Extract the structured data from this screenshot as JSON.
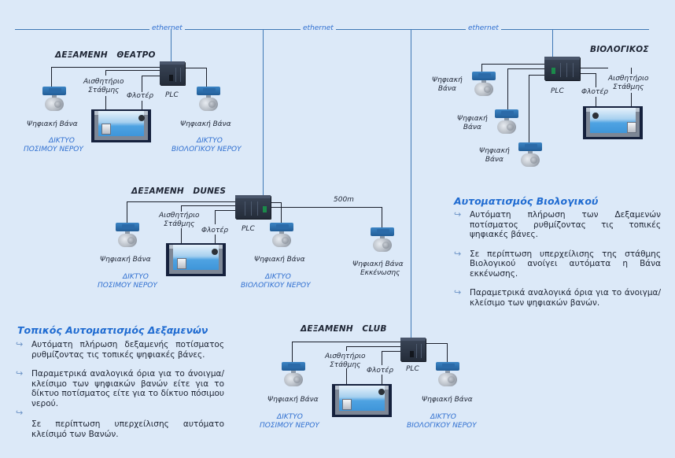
{
  "network": {
    "ethernet_label": "ethernet",
    "distance_label": "500m"
  },
  "colors": {
    "background": "#dce9f8",
    "network_line": "#3f78b5",
    "accent_text": "#2f6fd0",
    "heading": "#1f6bd1"
  },
  "stations": {
    "theatro": {
      "title": "ΔΕΞΑΜΕΝΗ   ΘΕΑΤΡΟ",
      "plc": "PLC",
      "sensor": "Αισθητήριο\nΣτάθμης",
      "float": "Φλοτέρ",
      "valve_left": "Ψηφιακή Βάνα",
      "valve_right": "Ψηφιακή Βάνα",
      "net_left_1": "ΔΙΚΤΥΟ",
      "net_left_2": "ΠΟΣΙΜΟΥ ΝΕΡΟΥ",
      "net_right_1": "ΔΙΚΤΥΟ",
      "net_right_2": "ΒΙΟΛΟΓΙΚΟΥ ΝΕΡΟΥ"
    },
    "dunes": {
      "title": "ΔΕΞΑΜΕΝΗ   DUNES",
      "plc": "PLC",
      "sensor": "Αισθητήριο\nΣτάθμης",
      "float": "Φλοτέρ",
      "valve_left": "Ψηφιακή Βάνα",
      "valve_right": "Ψηφιακή Βάνα",
      "valve_drain_1": "Ψηφιακή Βάνα",
      "valve_drain_2": "Εκκένωσης",
      "net_left_1": "ΔΙΚΤΥΟ",
      "net_left_2": "ΠΟΣΙΜΟΥ ΝΕΡΟΥ",
      "net_right_1": "ΔΙΚΤΥΟ",
      "net_right_2": "ΒΙΟΛΟΓΙΚΟΥ ΝΕΡΟΥ"
    },
    "club": {
      "title": "ΔΕΞΑΜΕΝΗ   CLUB",
      "plc": "PLC",
      "sensor": "Αισθητήριο\nΣτάθμης",
      "float": "Φλοτέρ",
      "valve_left": "Ψηφιακή Βάνα",
      "valve_right": "Ψηφιακή Βάνα",
      "net_left_1": "ΔΙΚΤΥΟ",
      "net_left_2": "ΠΟΣΙΜΟΥ ΝΕΡΟΥ",
      "net_right_1": "ΔΙΚΤΥΟ",
      "net_right_2": "ΒΙΟΛΟΓΙΚΟΥ ΝΕΡΟΥ"
    },
    "biologikos": {
      "title": "ΒΙΟΛΟΓΙΚΟΣ",
      "plc": "PLC",
      "sensor": "Αισθητήριο\nΣτάθμης",
      "float": "Φλοτέρ",
      "valve_1": "Ψηφιακή\nΒάνα",
      "valve_2": "Ψηφιακή\nΒάνα",
      "valve_3": "Ψηφιακή\nΒάνα"
    }
  },
  "panels": {
    "local": {
      "title": "Τοπικός Αυτοματισμός Δεξαμενών",
      "bullets": [
        "Αυτόματη πλήρωση δεξαμενής ποτίσματος ρυθμίζοντας τις τοπικές ψηφιακές βάνες.",
        "Παραμετρικά αναλογικά όρια για το άνοιγμα/κλείσιμο των ψηφιακών βανών είτε για το δίκτυο ποτίσματος είτε για το δίκτυο πόσιμου νερού.",
        "Σε περίπτωση υπερχείλισης αυτόματο κλείσιμό των Βανών."
      ]
    },
    "bio": {
      "title": "Αυτοματισμός Βιολογικού",
      "bullets": [
        "Αυτόματη πλήρωση των Δεξαμενών ποτίσματος ρυθμίζοντας τις τοπικές ψηφιακές βάνες.",
        "Σε περίπτωση υπερχείλισης της στάθμης Βιολογικού ανοίγει αυτόματα η Βάνα εκκένωσης.",
        "Παραμετρικά αναλογικά όρια για το άνοιγμα/κλείσιμο των ψηφιακών βανών."
      ]
    },
    "bullet_icon": "curved-arrow-icon"
  }
}
